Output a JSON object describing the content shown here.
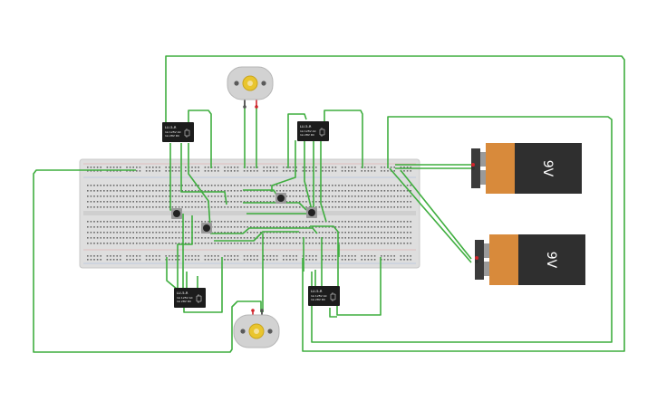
{
  "colors": {
    "wire": "#3fae3f",
    "breadboard": "#dcdcdc",
    "battery_body": "#2f2f2f",
    "battery_cap": "#d88a3b",
    "relay": "#1c1c1c",
    "motor": "#cfcfcf",
    "motor_hub": "#e6c22b"
  },
  "batteries": [
    {
      "label": "9V"
    },
    {
      "label": "9V"
    }
  ],
  "relays": [
    {
      "lines": [
        "LU-5-R",
        "1A 125V AC",
        "1A 28V DC"
      ]
    },
    {
      "lines": [
        "LU-5-R",
        "1A 125V AC",
        "1A 28V DC"
      ]
    },
    {
      "lines": [
        "LU-5-R",
        "1A 125V AC",
        "1A 28V DC"
      ]
    },
    {
      "lines": [
        "LU-5-R",
        "1A 125V AC",
        "1A 28V DC"
      ]
    }
  ],
  "motors": [
    {
      "icon": "dc-motor-icon"
    },
    {
      "icon": "dc-motor-icon"
    }
  ],
  "pushbuttons": 4
}
